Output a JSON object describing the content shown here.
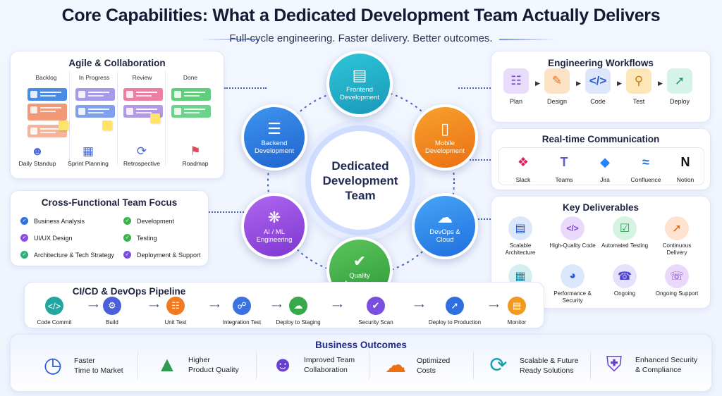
{
  "title": "Core Capabilities: What a Dedicated Development Team Actually Delivers",
  "subtitle": "Full-cycle engineering. Faster delivery. Better outcomes.",
  "agile": {
    "title": "Agile & Collaboration",
    "columns": [
      "Backlog",
      "In Progress",
      "Review",
      "Done"
    ],
    "ceremonies": [
      {
        "label": "Daily Standup",
        "icon": "team-icon"
      },
      {
        "label": "Sprint Planning",
        "icon": "calendar-icon"
      },
      {
        "label": "Retrospective",
        "icon": "cycle-icon"
      },
      {
        "label": "Roadmap",
        "icon": "map-icon"
      }
    ]
  },
  "cross_functional": {
    "title": "Cross-Functional Team Focus",
    "items": [
      "Business Analysis",
      "Development",
      "UI/UX Design",
      "Testing",
      "Architecture & Tech Strategy",
      "Deployment & Support"
    ]
  },
  "center": {
    "label": "Dedicated Development Team"
  },
  "nodes": {
    "frontend": "Frontend Development",
    "backend": "Backend Development",
    "mobile": "Mobile Development",
    "ai": "AI / ML Engineering",
    "devops": "DevOps & Cloud",
    "qa": "Quality Assurance"
  },
  "workflows": {
    "title": "Engineering Workflows",
    "steps": [
      "Plan",
      "Design",
      "Code",
      "Test",
      "Deploy"
    ]
  },
  "communication": {
    "title": "Real-time Communication",
    "tools": [
      "Slack",
      "Teams",
      "Jira",
      "Confluence",
      "Notion"
    ]
  },
  "deliverables": {
    "title": "Key Deliverables",
    "items": [
      "Scalable Architecture",
      "High-Quality Code",
      "Automated Testing",
      "Continuous Delivery",
      "",
      "Performance & Security",
      "Ongoing",
      "Ongoing Support"
    ]
  },
  "pipeline": {
    "title": "CI/CD & DevOps Pipeline",
    "steps": [
      "Code Commit",
      "Build",
      "Unit Test",
      "Integration Test",
      "Deploy to Staging",
      "Security Scan",
      "Deploy to Production",
      "Monitor"
    ]
  },
  "outcomes": {
    "title": "Business Outcomes",
    "items": [
      {
        "l1": "Faster",
        "l2": "Time to Market"
      },
      {
        "l1": "Higher",
        "l2": "Product Quality"
      },
      {
        "l1": "Improved Team",
        "l2": "Collaboration"
      },
      {
        "l1": "Optimized",
        "l2": "Costs"
      },
      {
        "l1": "Scalable & Future",
        "l2": "Ready Solutions"
      },
      {
        "l1": "Enhanced Security",
        "l2": "& Compliance"
      }
    ]
  },
  "colors": {
    "accent": "#3b5bdb",
    "frontend": "#1fb6c9",
    "backend": "#2f7fe0",
    "mobile": "#f2861c",
    "ai": "#9b4de0",
    "devops": "#2b8cf0",
    "qa": "#3fb14a"
  }
}
